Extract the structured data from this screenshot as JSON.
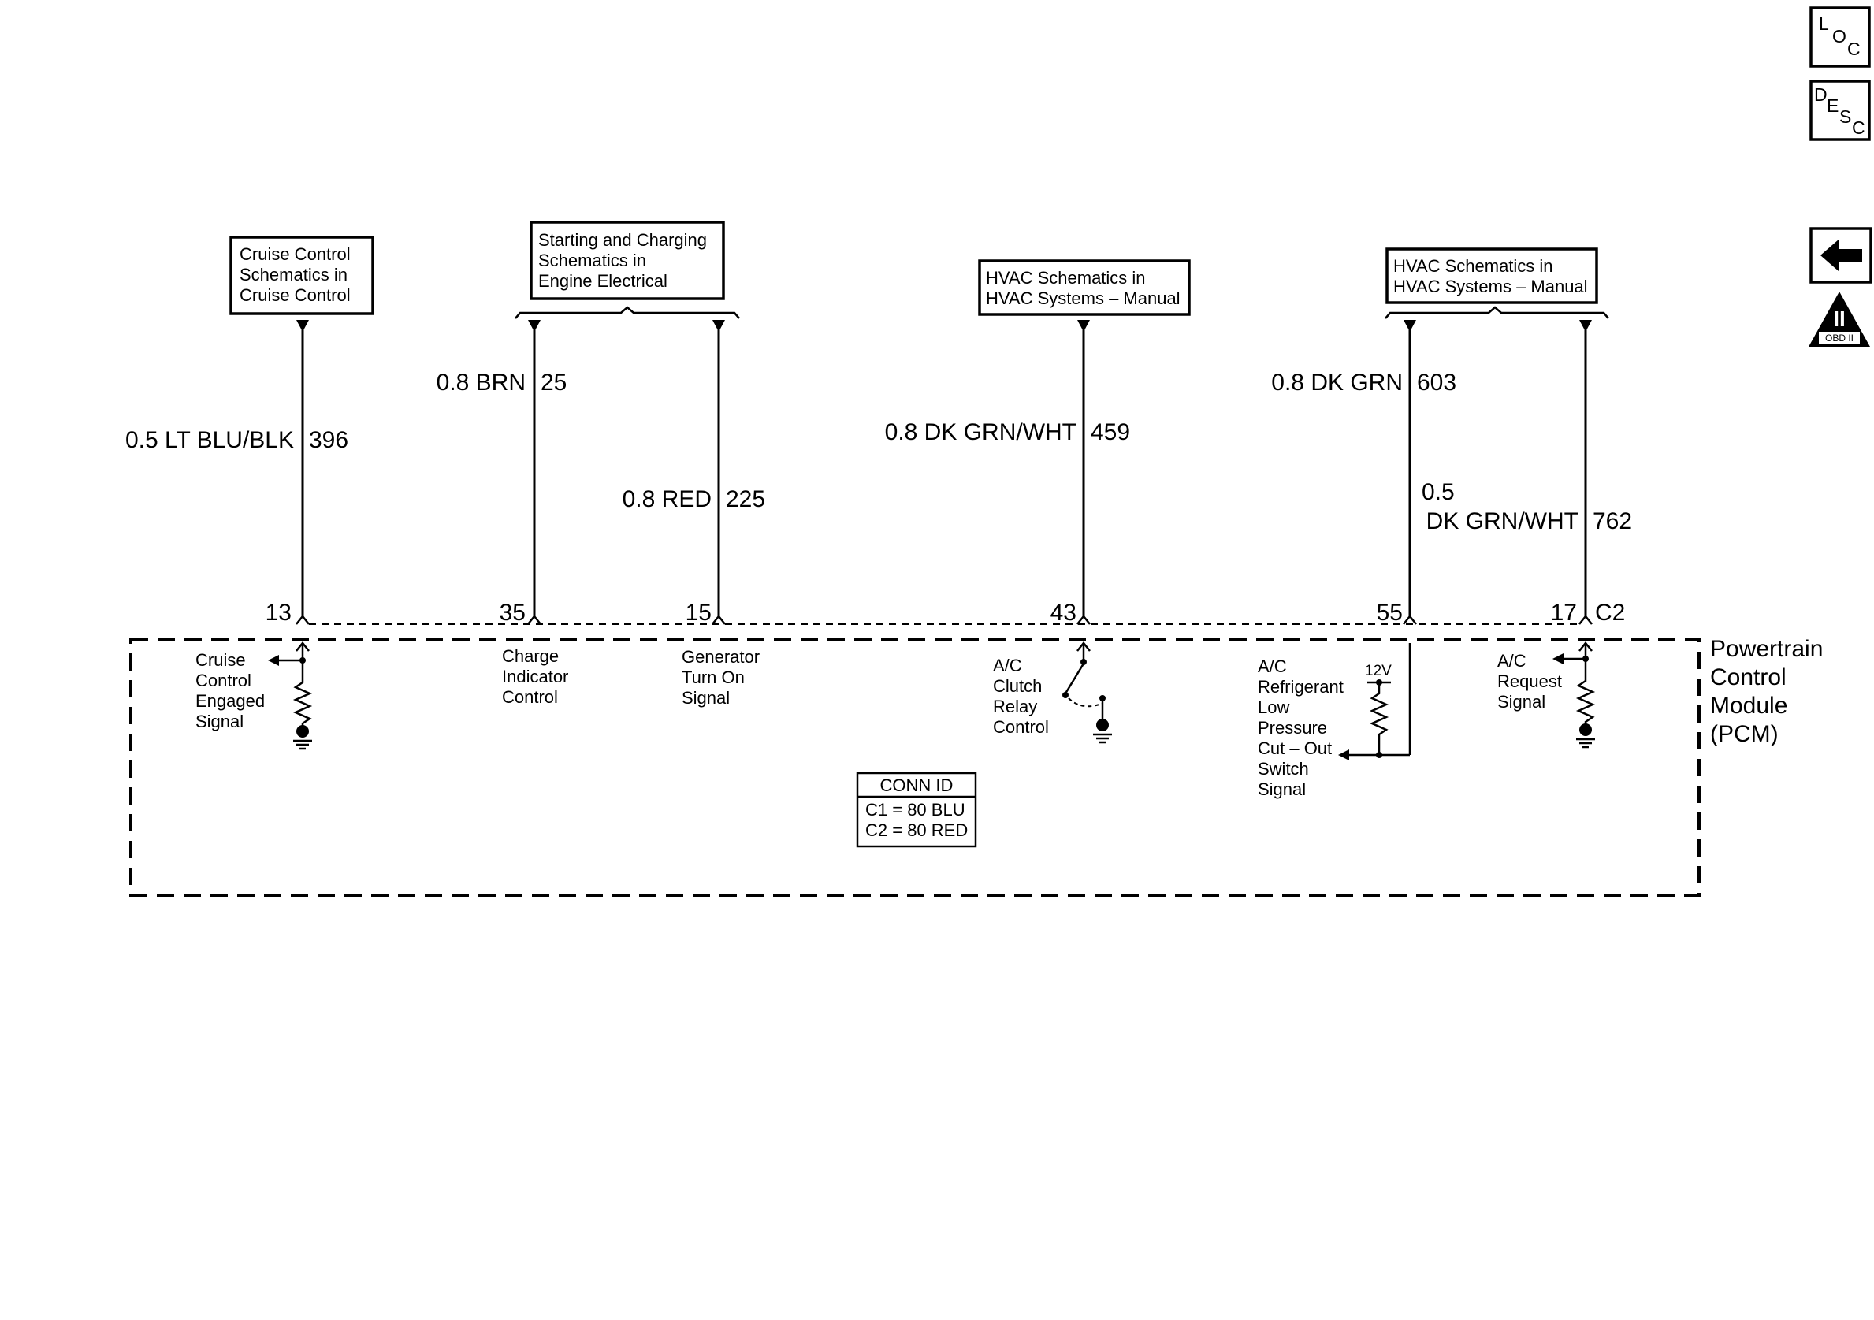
{
  "nav": {
    "loc": {
      "top": "L",
      "mid": "O",
      "bot": "C"
    },
    "desc": {
      "top": "D",
      "mid": "E",
      "mid2": "S",
      "bot": "C"
    },
    "back": "back-arrow",
    "obd_numeral": "II",
    "obd_label": "OBD II"
  },
  "refs": {
    "cruise": [
      "Cruise Control",
      "Schematics in",
      "Cruise Control"
    ],
    "charging": [
      "Starting and Charging",
      "Schematics in",
      "Engine Electrical"
    ],
    "hvac1": [
      "HVAC Schematics in",
      "HVAC Systems – Manual"
    ],
    "hvac2": [
      "HVAC Schematics in",
      "HVAC Systems – Manual"
    ]
  },
  "wires": {
    "w396": {
      "gauge_color": "0.5 LT BLU/BLK",
      "circuit": "396",
      "pin": "13"
    },
    "w25": {
      "gauge_color": "0.8 BRN",
      "circuit": "25",
      "pin": "35"
    },
    "w225": {
      "gauge_color": "0.8 RED",
      "circuit": "225",
      "pin": "15"
    },
    "w459": {
      "gauge_color": "0.8 DK GRN/WHT",
      "circuit": "459",
      "pin": "43"
    },
    "w603": {
      "gauge_color": "0.8 DK GRN",
      "circuit": "603",
      "pin": "55"
    },
    "w762": {
      "gauge": "0.5",
      "color": "DK GRN/WHT",
      "circuit": "762",
      "pin": "17"
    }
  },
  "connector": "C2",
  "module": [
    "Powertrain",
    "Control",
    "Module",
    "(PCM)"
  ],
  "signals": {
    "cruise": [
      "Cruise",
      "Control",
      "Engaged",
      "Signal"
    ],
    "charge": [
      "Charge",
      "Indicator",
      "Control"
    ],
    "generator": [
      "Generator",
      "Turn On",
      "Signal"
    ],
    "ac_clutch": [
      "A/C",
      "Clutch",
      "Relay",
      "Control"
    ],
    "ac_refrig": [
      "A/C",
      "Refrigerant",
      "Low",
      "Pressure",
      "Cut – Out",
      "Switch",
      "Signal"
    ],
    "ac_request": [
      "A/C",
      "Request",
      "Signal"
    ]
  },
  "voltage_12v": "12V",
  "conn_id": {
    "title": "CONN ID",
    "c1": "C1 = 80 BLU",
    "c2": "C2 = 80 RED"
  }
}
